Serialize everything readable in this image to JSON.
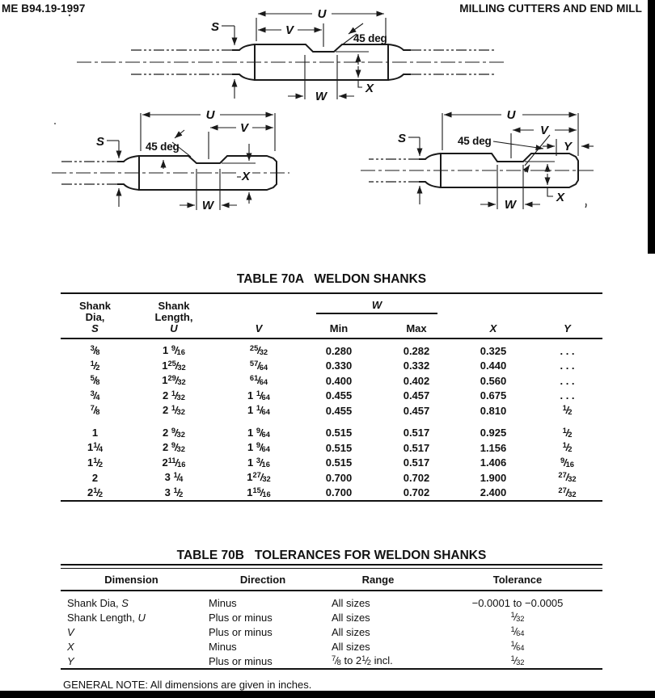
{
  "page_header": {
    "left": "ME B94.19-1997",
    "right": "MILLING CUTTERS AND END MILL"
  },
  "diagram_labels": {
    "u": "U",
    "v": "V",
    "s": "S",
    "w": "W",
    "x": "X",
    "y": "Y",
    "angle": "45 deg"
  },
  "table_70a": {
    "title": "TABLE 70A   WELDON SHANKS",
    "headers": {
      "shank_dia_lines": [
        "Shank",
        "Dia,",
        "S"
      ],
      "shank_length_lines": [
        "Shank",
        "Length,",
        "U"
      ],
      "v": "V",
      "w_group": "W",
      "min": "Min",
      "max": "Max",
      "x": "X",
      "y": "Y"
    },
    "rows": [
      {
        "cells": [
          [
            {
              "n": "3",
              "d": "8"
            }
          ],
          [
            {
              "t": "1 "
            },
            {
              "n": "9",
              "d": "16"
            }
          ],
          [
            {
              "n": "25",
              "d": "32"
            }
          ],
          "0.280",
          "0.282",
          "0.325",
          ". . ."
        ]
      },
      {
        "cells": [
          [
            {
              "n": "1",
              "d": "2"
            }
          ],
          [
            {
              "t": "1"
            },
            {
              "n": "25",
              "d": "32"
            }
          ],
          [
            {
              "n": "57",
              "d": "64"
            }
          ],
          "0.330",
          "0.332",
          "0.440",
          ". . ."
        ]
      },
      {
        "cells": [
          [
            {
              "n": "5",
              "d": "8"
            }
          ],
          [
            {
              "t": "1"
            },
            {
              "n": "29",
              "d": "32"
            }
          ],
          [
            {
              "n": "61",
              "d": "64"
            }
          ],
          "0.400",
          "0.402",
          "0.560",
          ". . ."
        ]
      },
      {
        "cells": [
          [
            {
              "n": "3",
              "d": "4"
            }
          ],
          [
            {
              "t": "2 "
            },
            {
              "n": "1",
              "d": "32"
            }
          ],
          [
            {
              "t": "1 "
            },
            {
              "n": "1",
              "d": "64"
            }
          ],
          "0.455",
          "0.457",
          "0.675",
          ". . ."
        ]
      },
      {
        "cells": [
          [
            {
              "n": "7",
              "d": "8"
            }
          ],
          [
            {
              "t": "2 "
            },
            {
              "n": "1",
              "d": "32"
            }
          ],
          [
            {
              "t": "1 "
            },
            {
              "n": "1",
              "d": "64"
            }
          ],
          "0.455",
          "0.457",
          "0.810",
          [
            {
              "n": "1",
              "d": "2"
            }
          ]
        ]
      },
      {
        "gap": true,
        "cells": [
          "1",
          [
            {
              "t": "2 "
            },
            {
              "n": "9",
              "d": "32"
            }
          ],
          [
            {
              "t": "1 "
            },
            {
              "n": "9",
              "d": "64"
            }
          ],
          "0.515",
          "0.517",
          "0.925",
          [
            {
              "n": "1",
              "d": "2"
            }
          ]
        ]
      },
      {
        "cells": [
          [
            {
              "t": "1"
            },
            {
              "n": "1",
              "d": "4"
            }
          ],
          [
            {
              "t": "2 "
            },
            {
              "n": "9",
              "d": "32"
            }
          ],
          [
            {
              "t": "1 "
            },
            {
              "n": "9",
              "d": "64"
            }
          ],
          "0.515",
          "0.517",
          "1.156",
          [
            {
              "n": "1",
              "d": "2"
            }
          ]
        ]
      },
      {
        "cells": [
          [
            {
              "t": "1"
            },
            {
              "n": "1",
              "d": "2"
            }
          ],
          [
            {
              "t": "2"
            },
            {
              "n": "11",
              "d": "16"
            }
          ],
          [
            {
              "t": "1 "
            },
            {
              "n": "3",
              "d": "16"
            }
          ],
          "0.515",
          "0.517",
          "1.406",
          [
            {
              "n": "9",
              "d": "16"
            }
          ]
        ]
      },
      {
        "cells": [
          "2",
          [
            {
              "t": "3 "
            },
            {
              "n": "1",
              "d": "4"
            }
          ],
          [
            {
              "t": "1"
            },
            {
              "n": "27",
              "d": "32"
            }
          ],
          "0.700",
          "0.702",
          "1.900",
          [
            {
              "n": "27",
              "d": "32"
            }
          ]
        ]
      },
      {
        "cells": [
          [
            {
              "t": "2"
            },
            {
              "n": "1",
              "d": "2"
            }
          ],
          [
            {
              "t": "3 "
            },
            {
              "n": "1",
              "d": "2"
            }
          ],
          [
            {
              "t": "1"
            },
            {
              "n": "15",
              "d": "16"
            }
          ],
          "0.700",
          "0.702",
          "2.400",
          [
            {
              "n": "27",
              "d": "32"
            }
          ]
        ]
      }
    ]
  },
  "table_70b": {
    "title": "TABLE 70B   TOLERANCES FOR WELDON SHANKS",
    "headers": [
      "Dimension",
      "Direction",
      "Range",
      "Tolerance"
    ],
    "rows": [
      {
        "cells": [
          [
            {
              "t": "Shank Dia, "
            },
            {
              "t": "S",
              "i": true
            }
          ],
          "Minus",
          "All sizes",
          "−0.0001 to −0.0005"
        ]
      },
      {
        "cells": [
          [
            {
              "t": "Shank Length, "
            },
            {
              "t": "U",
              "i": true
            }
          ],
          "Plus or minus",
          "All sizes",
          [
            {
              "n": "1",
              "d": "32"
            }
          ]
        ]
      },
      {
        "cells": [
          [
            {
              "t": "V",
              "i": true
            }
          ],
          "Plus or minus",
          "All sizes",
          [
            {
              "n": "1",
              "d": "64"
            }
          ]
        ]
      },
      {
        "cells": [
          [
            {
              "t": "X",
              "i": true
            }
          ],
          "Minus",
          "All sizes",
          [
            {
              "n": "1",
              "d": "64"
            }
          ]
        ]
      },
      {
        "cells": [
          [
            {
              "t": "Y",
              "i": true
            }
          ],
          "Plus or minus",
          [
            {
              "n": "7",
              "d": "8"
            },
            {
              "t": " to 2"
            },
            {
              "n": "1",
              "d": "2"
            },
            {
              "t": " incl."
            }
          ],
          [
            {
              "n": "1",
              "d": "32"
            }
          ]
        ]
      }
    ]
  },
  "general_note": "GENERAL NOTE: All dimensions are given in inches."
}
